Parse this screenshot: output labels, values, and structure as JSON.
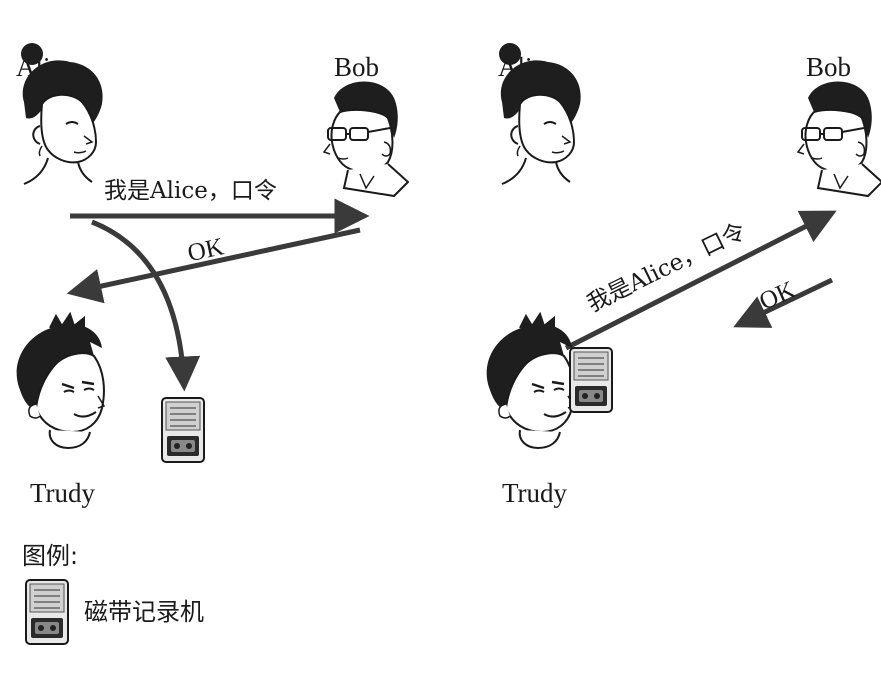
{
  "left_scene": {
    "alice_label": "Alice",
    "bob_label": "Bob",
    "trudy_label": "Trudy",
    "message_label": "我是Alice，口令",
    "reply_label": "OK"
  },
  "right_scene": {
    "alice_label": "Alice",
    "bob_label": "Bob",
    "trudy_label": "Trudy",
    "message_label": "我是Alice，口令",
    "reply_label": "OK"
  },
  "legend": {
    "title": "图例:",
    "recorder_label": "磁带记录机",
    "recorder_icon": "tape-recorder-icon"
  },
  "colors": {
    "arrow": "#3a3a3a",
    "ink": "#1a1a1a"
  }
}
